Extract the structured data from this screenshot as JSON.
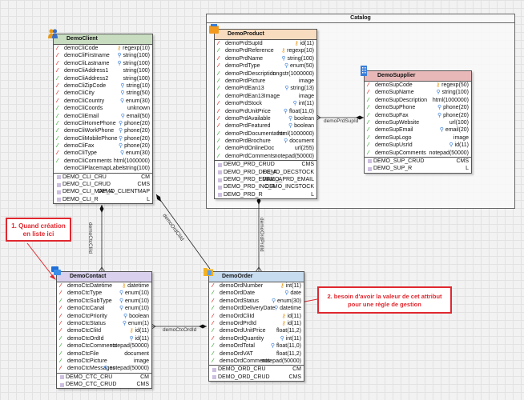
{
  "package": {
    "title": "Catalog"
  },
  "entities": {
    "client": {
      "title": "DemoClient",
      "icon": "users-icon",
      "header_color": "#c8dcc0",
      "fields": [
        {
          "mark": "red",
          "name": "demoCliCode",
          "sym": "key",
          "type": "regexp(10)"
        },
        {
          "mark": "red",
          "name": "demoCliFirstname",
          "sym": "mag",
          "type": "string(100)"
        },
        {
          "mark": "red",
          "name": "demoCliLastname",
          "sym": "mag",
          "type": "string(100)"
        },
        {
          "mark": "red",
          "name": "demoCliAddress1",
          "sym": "",
          "type": "string(100)"
        },
        {
          "mark": "green",
          "name": "demoCliAddress2",
          "sym": "",
          "type": "string(100)"
        },
        {
          "mark": "red",
          "name": "demoCliZipCode",
          "sym": "mag",
          "type": "string(10)"
        },
        {
          "mark": "red",
          "name": "demoCliCity",
          "sym": "mag",
          "type": "string(50)"
        },
        {
          "mark": "red",
          "name": "demoCliCountry",
          "sym": "mag",
          "type": "enum(30)"
        },
        {
          "mark": "green",
          "name": "demoCliCoords",
          "sym": "",
          "type": "unknown"
        },
        {
          "mark": "green",
          "name": "demoCliEmail",
          "sym": "mag",
          "type": "email(50)"
        },
        {
          "mark": "green",
          "name": "demoCliHomePhone",
          "sym": "mag",
          "type": "phone(20)"
        },
        {
          "mark": "green",
          "name": "demoCliWorkPhone",
          "sym": "mag",
          "type": "phone(20)"
        },
        {
          "mark": "green",
          "name": "demoCliMobilePhone",
          "sym": "mag",
          "type": "phone(20)"
        },
        {
          "mark": "green",
          "name": "demoCliFax",
          "sym": "mag",
          "type": "phone(20)"
        },
        {
          "mark": "red",
          "name": "demoCliType",
          "sym": "mag",
          "type": "enum(30)"
        },
        {
          "mark": "green",
          "name": "demoCliComments",
          "sym": "",
          "type": "html(1000000)"
        },
        {
          "mark": "",
          "name": "demoCliPlacemapLabel",
          "sym": "",
          "type": "string(100)"
        }
      ],
      "indexes": [
        {
          "name": "DEMO_CLI_CRU",
          "value": "CM"
        },
        {
          "name": "DEMO_CLI_CRUD",
          "value": "CMS"
        },
        {
          "name": "DEMO_CLI_MAP_A",
          "value": "DEMO_CLIENTMAP"
        },
        {
          "name": "DEMO_CLI_R",
          "value": "L"
        }
      ]
    },
    "product": {
      "title": "DemoProduct",
      "icon": "box-icon",
      "header_color": "#f8dcc0",
      "fields": [
        {
          "mark": "red",
          "name": "demoPrdSupId",
          "sym": "key",
          "type": "id(11)"
        },
        {
          "mark": "green",
          "name": "demoPrdReference",
          "sym": "key",
          "type": "regexp(10)"
        },
        {
          "mark": "red",
          "name": "demoPrdName",
          "sym": "mag",
          "type": "string(100)"
        },
        {
          "mark": "red",
          "name": "demoPrdType",
          "sym": "mag",
          "type": "enum(50)"
        },
        {
          "mark": "green",
          "name": "demoPrdDescription",
          "sym": "",
          "type": "longstr(1000000)"
        },
        {
          "mark": "green",
          "name": "demoPrdPicture",
          "sym": "",
          "type": "image"
        },
        {
          "mark": "green",
          "name": "demoPrdEan13",
          "sym": "mag",
          "type": "string(13)"
        },
        {
          "mark": "green",
          "name": "demoPrdEan13Image",
          "sym": "",
          "type": "image"
        },
        {
          "mark": "red",
          "name": "demoPrdStock",
          "sym": "mag",
          "type": "int(11)"
        },
        {
          "mark": "red",
          "name": "demoPrdUnitPrice",
          "sym": "mag",
          "type": "float(11,0)"
        },
        {
          "mark": "red",
          "name": "demoPrdAvailable",
          "sym": "mag",
          "type": "boolean"
        },
        {
          "mark": "red",
          "name": "demoPrdFeatured",
          "sym": "mag",
          "type": "boolean"
        },
        {
          "mark": "green",
          "name": "demoPrdDocumentation",
          "sym": "",
          "type": "html(1000000)"
        },
        {
          "mark": "green",
          "name": "demoPrdBrochure",
          "sym": "mag",
          "type": "document"
        },
        {
          "mark": "green",
          "name": "demoPrdOnlineDoc",
          "sym": "",
          "type": "url(255)"
        },
        {
          "mark": "green",
          "name": "demoPrdComments",
          "sym": "",
          "type": "notepad(50000)"
        }
      ],
      "indexes": [
        {
          "name": "DEMO_PRD_CRUD",
          "value": "CMS"
        },
        {
          "name": "DEMO_PRD_DEC_A",
          "value": "DEMO_DECSTOCK"
        },
        {
          "name": "DEMO_PRD_EMAIL_A",
          "value": "DEMO_PRD_EMAIL"
        },
        {
          "name": "DEMO_PRD_INC_A",
          "value": "DEMO_INCSTOCK"
        },
        {
          "name": "DEMO_PRD_R",
          "value": "L"
        }
      ]
    },
    "supplier": {
      "title": "DemoSupplier",
      "icon": "building-icon",
      "header_color": "#e8b8b8",
      "fields": [
        {
          "mark": "red",
          "name": "demoSupCode",
          "sym": "key",
          "type": "regexp(50)"
        },
        {
          "mark": "red",
          "name": "demoSupName",
          "sym": "mag",
          "type": "string(100)"
        },
        {
          "mark": "green",
          "name": "demoSupDescription",
          "sym": "",
          "type": "html(1000000)"
        },
        {
          "mark": "green",
          "name": "demoSupPhone",
          "sym": "mag",
          "type": "phone(20)"
        },
        {
          "mark": "green",
          "name": "demoSupFax",
          "sym": "mag",
          "type": "phone(20)"
        },
        {
          "mark": "green",
          "name": "demoSupWebsite",
          "sym": "",
          "type": "url(100)"
        },
        {
          "mark": "green",
          "name": "demoSupEmail",
          "sym": "mag",
          "type": "email(20)"
        },
        {
          "mark": "green",
          "name": "demoSupLogo",
          "sym": "",
          "type": "image"
        },
        {
          "mark": "green",
          "name": "demoSupUsrId",
          "sym": "mag",
          "type": "id(11)"
        },
        {
          "mark": "green",
          "name": "demoSupComments",
          "sym": "",
          "type": "notepad(50000)"
        }
      ],
      "indexes": [
        {
          "name": "DEMO_SUP_CRUD",
          "value": "CMS"
        },
        {
          "name": "DEMO_SUP_R",
          "value": "L"
        }
      ]
    },
    "contact": {
      "title": "DemoContact",
      "icon": "chat-icon",
      "header_color": "#d8d0ec",
      "fields": [
        {
          "mark": "red",
          "name": "demoCtcDatetime",
          "sym": "key",
          "type": "datetime"
        },
        {
          "mark": "red",
          "name": "demoCtcType",
          "sym": "mag",
          "type": "enum(10)"
        },
        {
          "mark": "green",
          "name": "demoCtcSubType",
          "sym": "mag",
          "type": "enum(10)"
        },
        {
          "mark": "red",
          "name": "demoCtcCanal",
          "sym": "mag",
          "type": "enum(10)"
        },
        {
          "mark": "red",
          "name": "demoCtcPriority",
          "sym": "mag",
          "type": "boolean"
        },
        {
          "mark": "red",
          "name": "demoCtcStatus",
          "sym": "mag",
          "type": "enum(1)"
        },
        {
          "mark": "red",
          "name": "demoCtcCliId",
          "sym": "key",
          "type": "id(11)"
        },
        {
          "mark": "green",
          "name": "demoCtcOrdId",
          "sym": "mag",
          "type": "id(11)"
        },
        {
          "mark": "green",
          "name": "demoCtcComments",
          "sym": "",
          "type": "notepad(50000)"
        },
        {
          "mark": "green",
          "name": "demoCtcFile",
          "sym": "",
          "type": "document"
        },
        {
          "mark": "green",
          "name": "demoCtcPicture",
          "sym": "",
          "type": "image"
        },
        {
          "mark": "red",
          "name": "demoCtcMessages",
          "sym": "mag",
          "type": "notepad(50000)"
        }
      ],
      "indexes": [
        {
          "name": "DEMO_CTC_CRU",
          "value": "CM"
        },
        {
          "name": "DEMO_CTC_CRUD",
          "value": "CMS"
        }
      ]
    },
    "order": {
      "title": "DemoOrder",
      "icon": "folder-icon",
      "header_color": "#c8dcf0",
      "fields": [
        {
          "mark": "red",
          "name": "demoOrdNumber",
          "sym": "key",
          "type": "int(11)"
        },
        {
          "mark": "green",
          "name": "demoOrdDate",
          "sym": "mag",
          "type": "date"
        },
        {
          "mark": "red",
          "name": "demoOrdStatus",
          "sym": "mag",
          "type": "enum(30)"
        },
        {
          "mark": "green",
          "name": "demoOrdDeliveryDate",
          "sym": "mag",
          "type": "datetime"
        },
        {
          "mark": "red",
          "name": "demoOrdCliId",
          "sym": "key",
          "type": "id(11)"
        },
        {
          "mark": "red",
          "name": "demoOrdPrdId",
          "sym": "key",
          "type": "id(11)"
        },
        {
          "mark": "green",
          "name": "demoOrdUnitPrice",
          "sym": "",
          "type": "float(11,2)"
        },
        {
          "mark": "red",
          "name": "demoOrdQuantity",
          "sym": "mag",
          "type": "int(11)"
        },
        {
          "mark": "green",
          "name": "demoOrdTotal",
          "sym": "mag",
          "type": "float(11,0)"
        },
        {
          "mark": "green",
          "name": "demoOrdVAT",
          "sym": "",
          "type": "float(11,2)"
        },
        {
          "mark": "green",
          "name": "demoOrdComments",
          "sym": "",
          "type": "notepad(50000)"
        }
      ],
      "indexes": [
        {
          "name": "DEMO_ORD_CRU",
          "value": "CM"
        },
        {
          "name": "DEMO_ORD_CRUD",
          "value": "CMS"
        }
      ]
    }
  },
  "links": {
    "prd_sup": "demoPrdSupId",
    "ctc_cli": "demoCtcCliId",
    "ord_cli": "demoOrdCliId",
    "ord_prd": "demoOrdPrdId",
    "ctc_ord": "demoCtcOrdId"
  },
  "notes": {
    "note1": "1. Quand création en liste ici",
    "note2_line1": "2. besoin d'avoir la valeur de cet attribut",
    "note2_line2": "pour une règle de gestion"
  },
  "colors": {
    "note": "#e0282f",
    "required_mark": "#d22222",
    "optional_mark": "#33aa33"
  }
}
